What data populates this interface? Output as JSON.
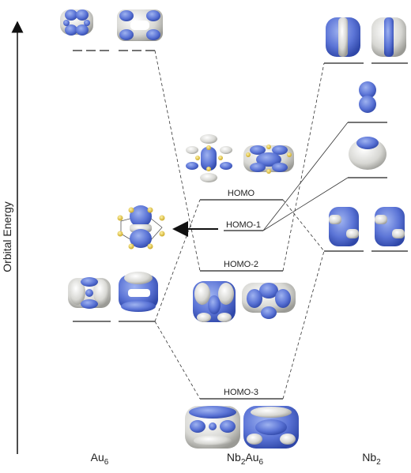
{
  "axis": {
    "label": "Orbital Energy"
  },
  "columns": {
    "left": {
      "main": "Au",
      "sub": "6"
    },
    "center": {
      "main1": "Nb",
      "sub1": "2",
      "main2": "Au",
      "sub2": "6"
    },
    "right": {
      "main": "Nb",
      "sub": "2"
    }
  },
  "levels": {
    "homo": "HOMO",
    "homo_1": "HOMO-1",
    "homo_2": "HOMO-2",
    "homo_3": "HOMO-3"
  },
  "colors": {
    "blue_lobe": "#5b74d6",
    "gray_lobe": "#d7d7d3",
    "gold_atom": "#e7c43a",
    "line": "#333333"
  },
  "icons": [
    "orbital-isosurface-icon",
    "arrow-left-icon",
    "atom-cluster-icon"
  ]
}
